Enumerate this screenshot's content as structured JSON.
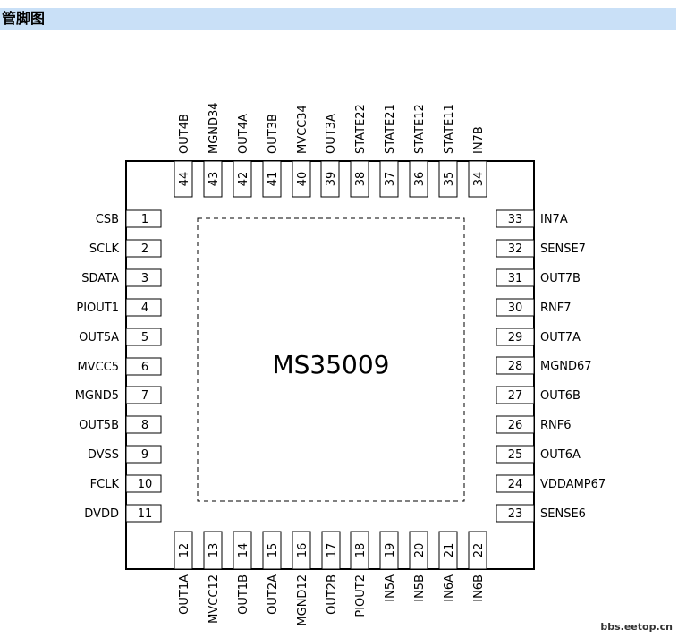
{
  "header": {
    "title": "管脚图"
  },
  "chip": {
    "name": "MS35009"
  },
  "pins": {
    "left": [
      {
        "num": "1",
        "name": "CSB"
      },
      {
        "num": "2",
        "name": "SCLK"
      },
      {
        "num": "3",
        "name": "SDATA"
      },
      {
        "num": "4",
        "name": "PIOUT1"
      },
      {
        "num": "5",
        "name": "OUT5A"
      },
      {
        "num": "6",
        "name": "MVCC5"
      },
      {
        "num": "7",
        "name": "MGND5"
      },
      {
        "num": "8",
        "name": "OUT5B"
      },
      {
        "num": "9",
        "name": "DVSS"
      },
      {
        "num": "10",
        "name": "FCLK"
      },
      {
        "num": "11",
        "name": "DVDD"
      }
    ],
    "bottom": [
      {
        "num": "12",
        "name": "OUT1A"
      },
      {
        "num": "13",
        "name": "MVCC12"
      },
      {
        "num": "14",
        "name": "OUT1B"
      },
      {
        "num": "15",
        "name": "OUT2A"
      },
      {
        "num": "16",
        "name": "MGND12"
      },
      {
        "num": "17",
        "name": "OUT2B"
      },
      {
        "num": "18",
        "name": "PIOUT2"
      },
      {
        "num": "19",
        "name": "IN5A"
      },
      {
        "num": "20",
        "name": "IN5B"
      },
      {
        "num": "21",
        "name": "IN6A"
      },
      {
        "num": "22",
        "name": "IN6B"
      }
    ],
    "right": [
      {
        "num": "23",
        "name": "SENSE6"
      },
      {
        "num": "24",
        "name": "VDDAMP67"
      },
      {
        "num": "25",
        "name": "OUT6A"
      },
      {
        "num": "26",
        "name": "RNF6"
      },
      {
        "num": "27",
        "name": "OUT6B"
      },
      {
        "num": "28",
        "name": "MGND67"
      },
      {
        "num": "29",
        "name": "OUT7A"
      },
      {
        "num": "30",
        "name": "RNF7"
      },
      {
        "num": "31",
        "name": "OUT7B"
      },
      {
        "num": "32",
        "name": "SENSE7"
      },
      {
        "num": "33",
        "name": "IN7A"
      }
    ],
    "top": [
      {
        "num": "34",
        "name": "IN7B"
      },
      {
        "num": "35",
        "name": "STATE11"
      },
      {
        "num": "36",
        "name": "STATE12"
      },
      {
        "num": "37",
        "name": "STATE21"
      },
      {
        "num": "38",
        "name": "STATE22"
      },
      {
        "num": "39",
        "name": "OUT3A"
      },
      {
        "num": "40",
        "name": "MVCC34"
      },
      {
        "num": "41",
        "name": "OUT3B"
      },
      {
        "num": "42",
        "name": "OUT4A"
      },
      {
        "num": "43",
        "name": "MGND34"
      },
      {
        "num": "44",
        "name": "OUT4B"
      }
    ]
  },
  "watermark": "bbs.eetop.cn"
}
